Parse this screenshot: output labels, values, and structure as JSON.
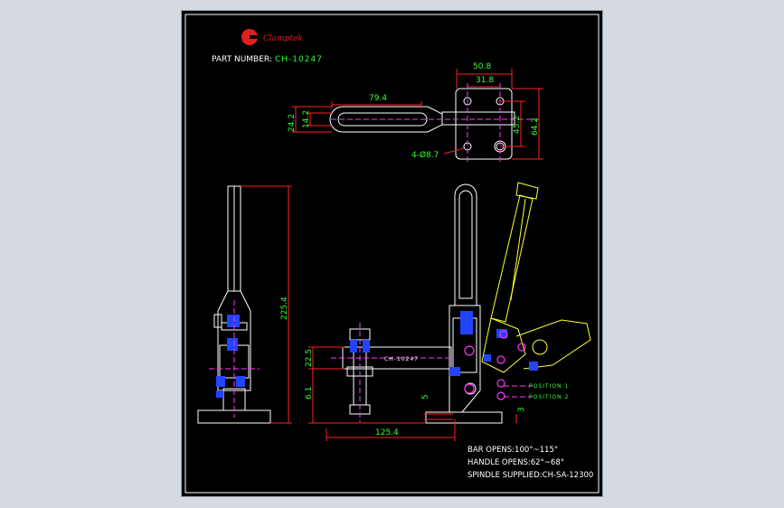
{
  "title_block": {
    "brand": "Clamptek",
    "part_number_label": "PART NUMBER:",
    "part_number_value": "CH-10247"
  },
  "dimensions": {
    "top_width_outer": "50.8",
    "top_width_inner": "31.8",
    "top_length": "79.4",
    "left_outer": "24.2",
    "left_inner": "14.2",
    "right_inner": "45.2",
    "right_outer": "64.2",
    "holes": "4-Ø8.7",
    "side_height": "225.4",
    "front_height_1": "22.5",
    "front_height_2": "6.1",
    "bottom_length": "125.4",
    "small_5": "5",
    "small_3": "3",
    "bar_label": "CH-10247"
  },
  "positions": {
    "p1": "POSITION 1",
    "p2": "POSITION 2"
  },
  "specs": {
    "bar_opens": "BAR OPENS:100°~115°",
    "handle_opens": "HANDLE OPENS:62°~68°",
    "spindle": "SPINDLE SUPPLIED:CH-SA-12300"
  },
  "colors": {
    "background": "#000000",
    "outline": "#ffffff",
    "dimension": "#ff2222",
    "dim_text": "#33ff33",
    "centerline": "#ff33ff",
    "part_blue": "#2244ff",
    "ghost_yellow": "#ffff33",
    "brand_red": "#e02020"
  }
}
